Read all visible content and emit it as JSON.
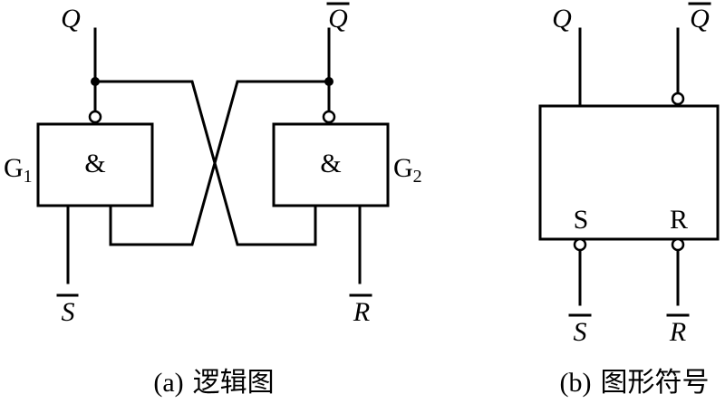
{
  "logic_diagram": {
    "output_q": "Q",
    "output_q_bar": "Q",
    "input_s_bar": "S",
    "input_r_bar": "R",
    "gate1": {
      "name": "G",
      "subscript": "1",
      "symbol": "&"
    },
    "gate2": {
      "name": "G",
      "subscript": "2",
      "symbol": "&"
    },
    "caption_tag": "(a)",
    "caption_text": "逻辑图"
  },
  "graphic_symbol": {
    "output_q": "Q",
    "output_q_bar": "Q",
    "pin_s": "S",
    "pin_r": "R",
    "input_s_bar": "S",
    "input_r_bar": "R",
    "caption_tag": "(b)",
    "caption_text": "图形符号"
  }
}
